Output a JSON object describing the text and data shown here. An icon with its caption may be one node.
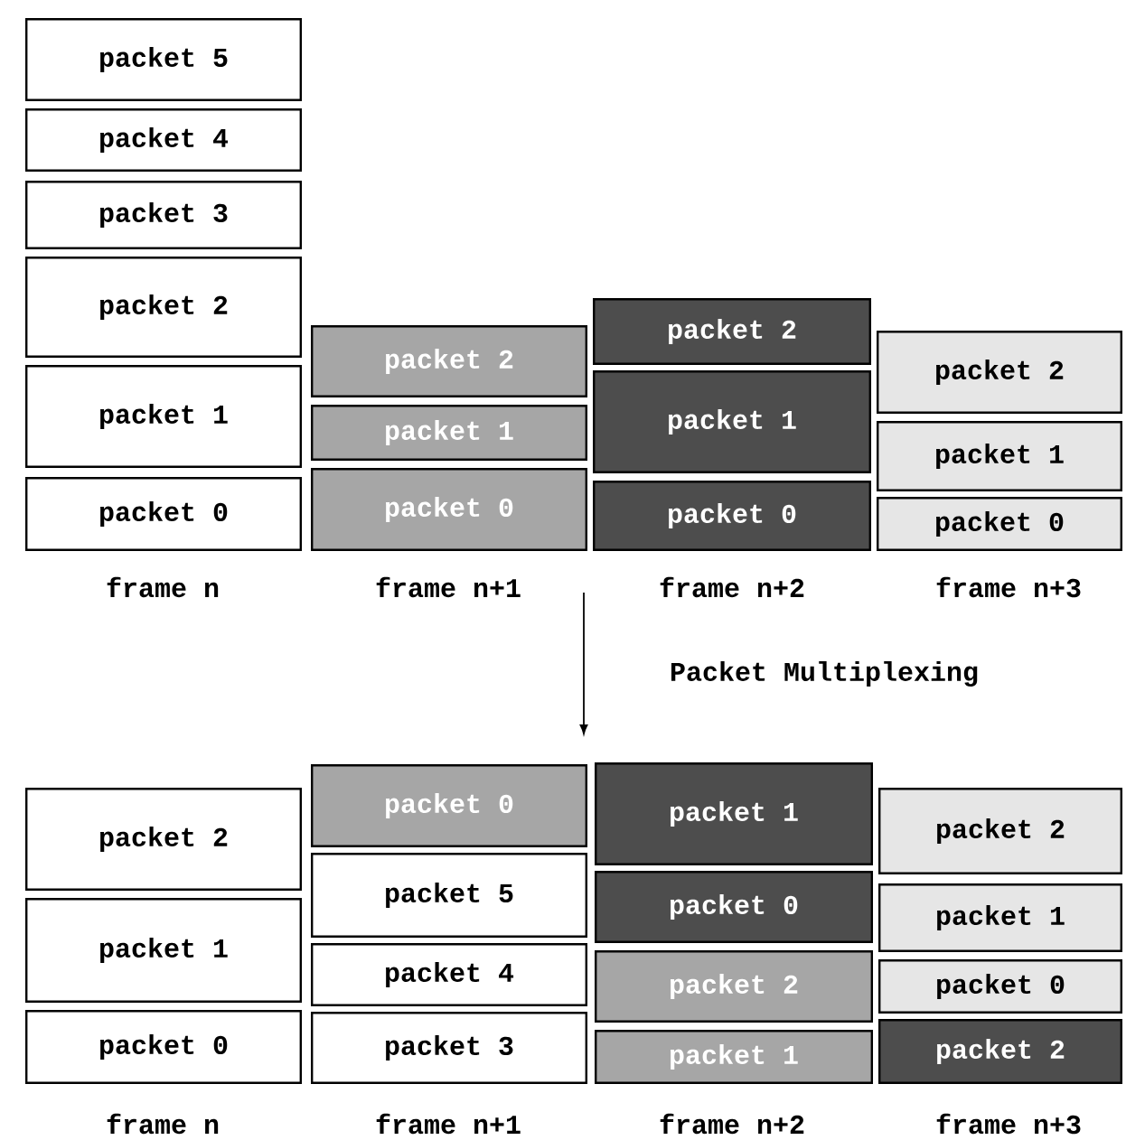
{
  "diagram": {
    "nodes": [
      {
        "text": [
          "packet 5"
        ]
      },
      {
        "text": [
          "packet 4"
        ]
      },
      {
        "text": [
          "packet 3"
        ]
      },
      {
        "text": [
          "packet 2"
        ]
      },
      {
        "text": [
          "packet 1"
        ]
      },
      {
        "text": [
          "packet 0"
        ]
      },
      {
        "text": [
          "packet 2"
        ]
      },
      {
        "text": [
          "packet 1"
        ]
      },
      {
        "text": [
          "packet 0"
        ]
      },
      {
        "text": [
          "packet 2"
        ]
      },
      {
        "text": [
          "packet 1"
        ]
      },
      {
        "text": [
          "packet 0"
        ]
      },
      {
        "text": [
          "packet 2"
        ]
      },
      {
        "text": [
          "packet 1"
        ]
      },
      {
        "text": [
          "packet 0"
        ]
      },
      {
        "text": [
          "packet 2"
        ]
      },
      {
        "text": [
          "packet 1"
        ]
      },
      {
        "text": [
          "packet 0"
        ]
      },
      {
        "text": [
          "packet 0"
        ]
      },
      {
        "text": [
          "packet 5"
        ]
      },
      {
        "text": [
          "packet 4"
        ]
      },
      {
        "text": [
          "packet 3"
        ]
      },
      {
        "text": [
          "packet 1"
        ]
      },
      {
        "text": [
          "packet 0"
        ]
      },
      {
        "text": [
          "packet 2"
        ]
      },
      {
        "text": [
          "packet 1"
        ]
      },
      {
        "text": [
          "packet 2"
        ]
      },
      {
        "text": [
          "packet 1"
        ]
      },
      {
        "text": [
          "packet 0"
        ]
      },
      {
        "text": [
          "packet 2"
        ]
      }
    ],
    "edges": [],
    "labels": [
      "frame n",
      "frame n+1",
      "frame n+2",
      "frame n+3",
      "Packet Multiplexing",
      "frame n",
      "frame n+1",
      "frame n+2",
      "frame n+3"
    ]
  }
}
